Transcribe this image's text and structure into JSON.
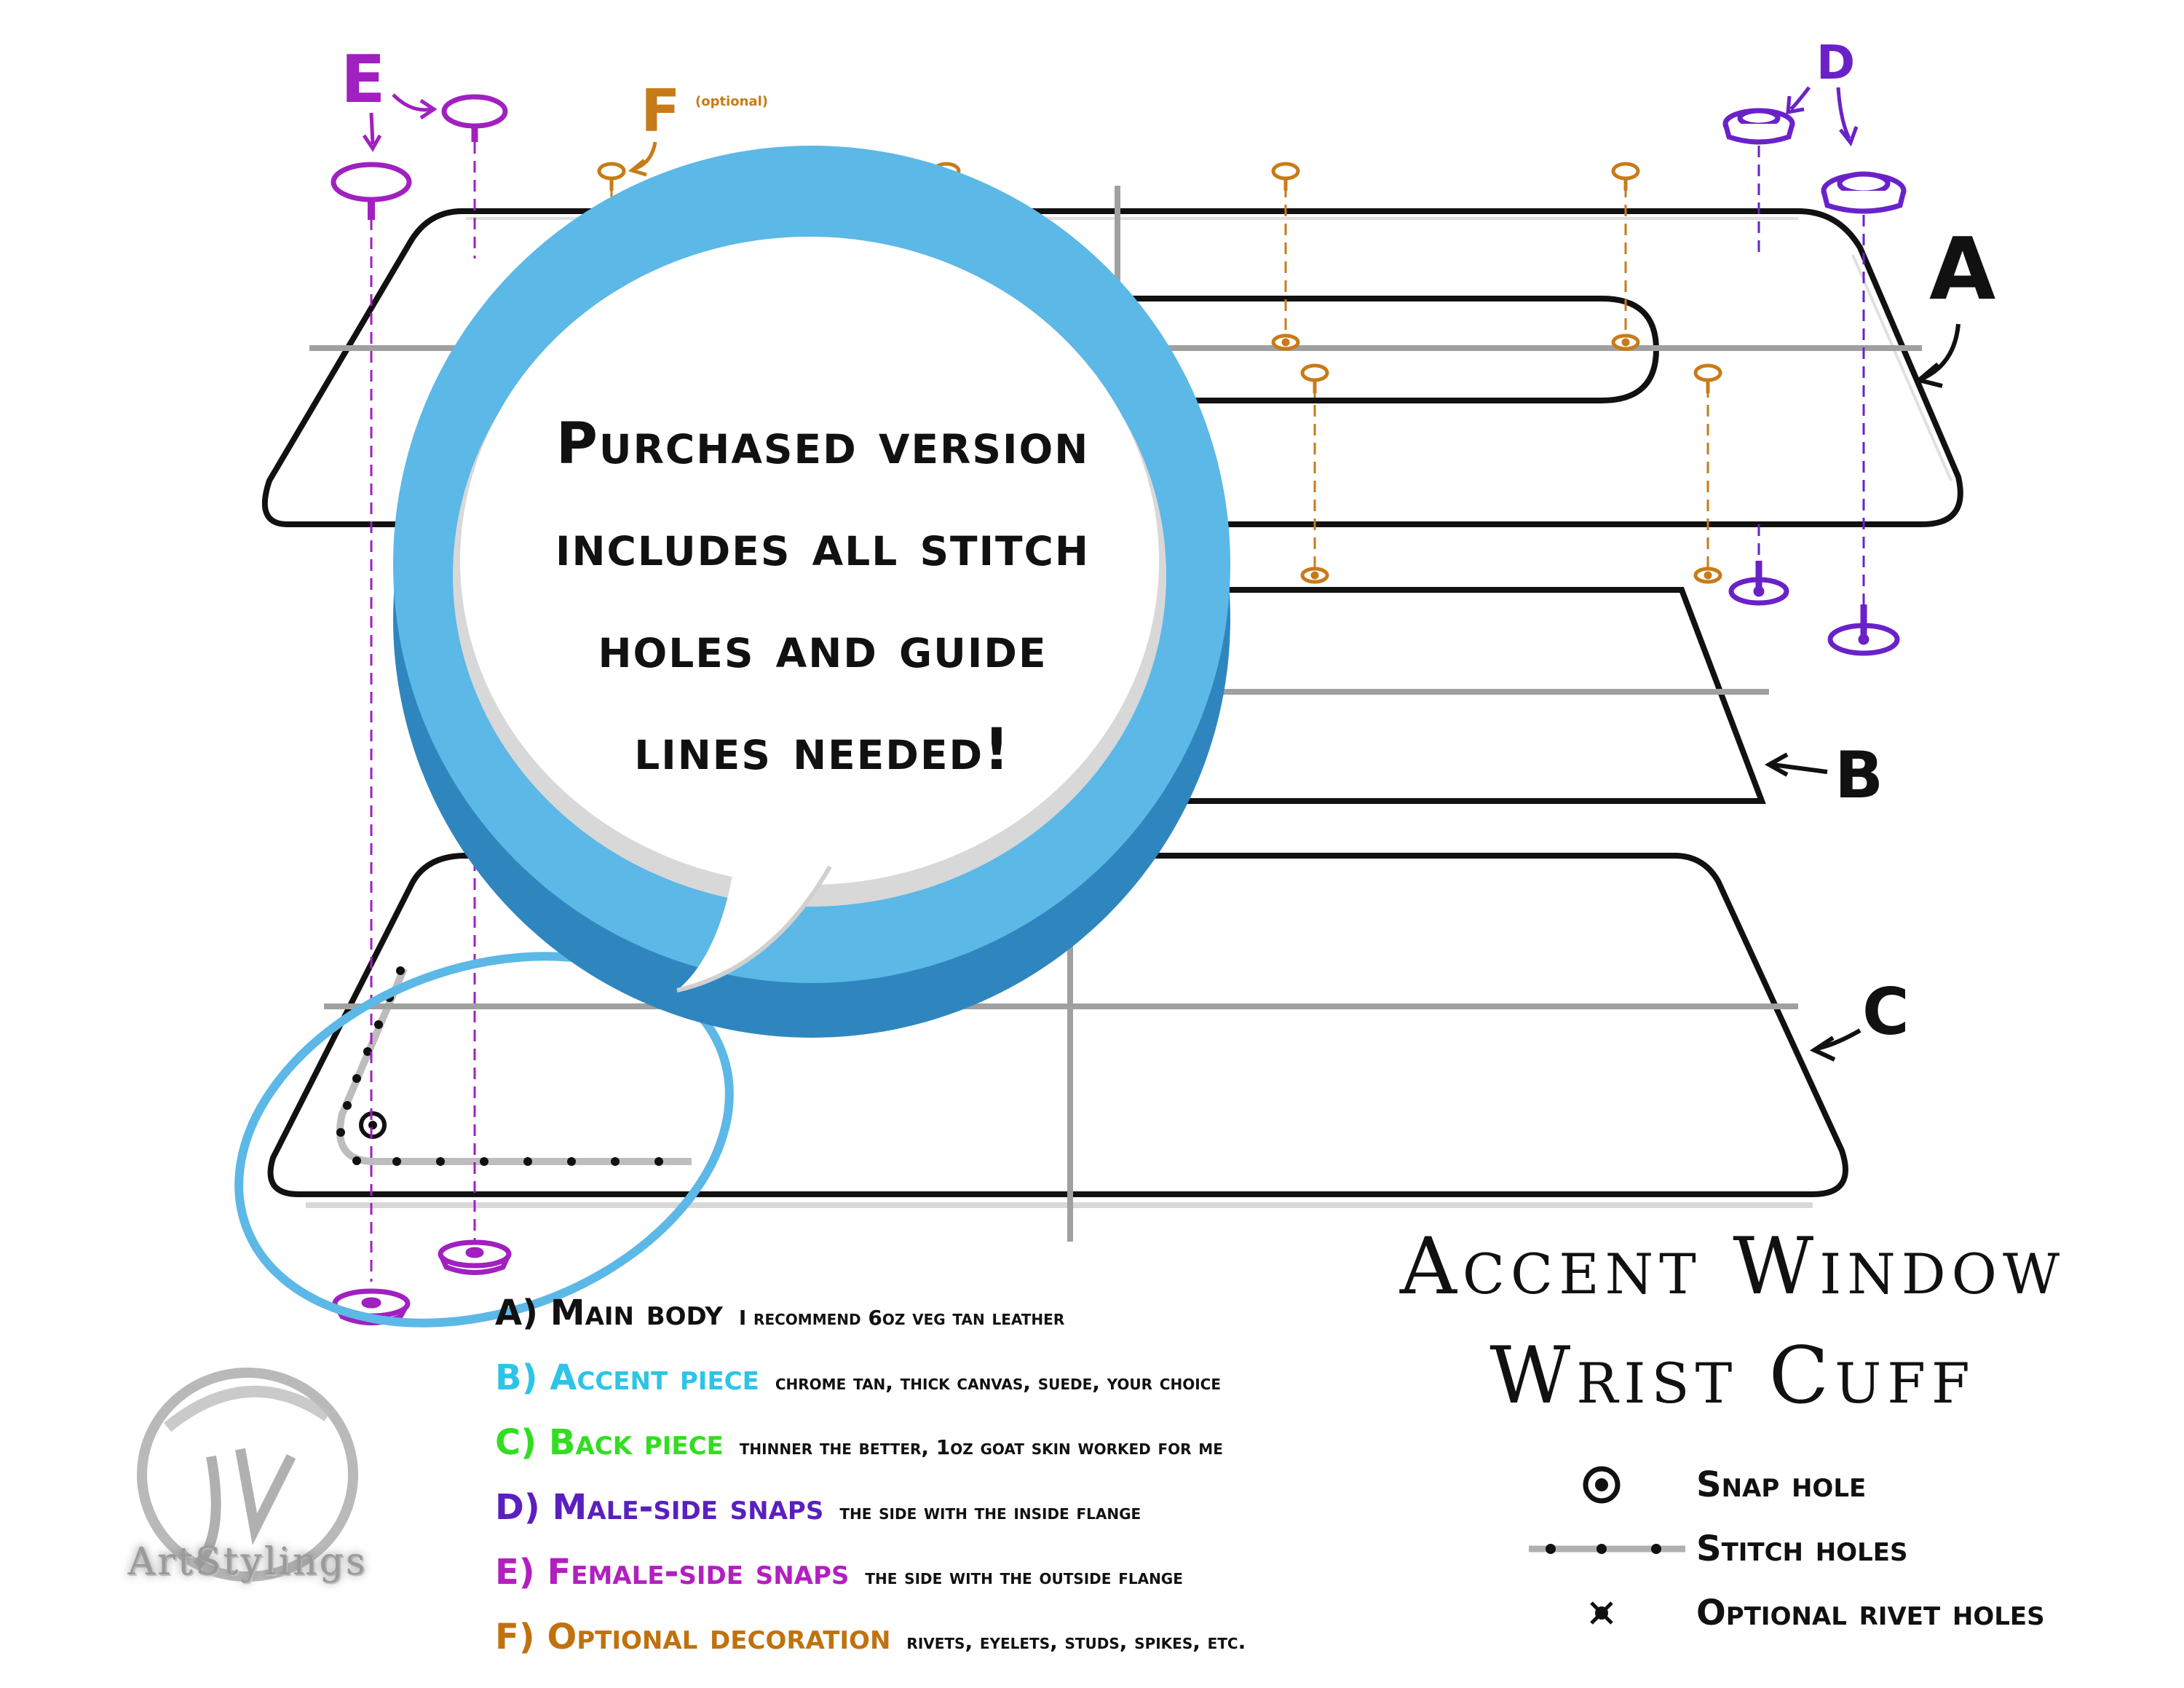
{
  "bubble": {
    "lines": [
      "Purchased version",
      "includes all stitch",
      "holes and guide",
      "lines needed!"
    ]
  },
  "piece_labels": {
    "a": "A",
    "b": "B",
    "c": "C"
  },
  "hardware_labels": {
    "d": "D",
    "e": "E",
    "f": "F",
    "f_note": "(optional)"
  },
  "title": {
    "line1": "Accent Window",
    "line2": "Wrist Cuff"
  },
  "legend": [
    {
      "label": "A) Main body",
      "desc": "I recommend 6oz veg tan leather",
      "color": "#111111"
    },
    {
      "label": "B) Accent piece",
      "desc": "chrome tan, thick canvas, suede, your choice",
      "color": "#2ec4e6"
    },
    {
      "label": "C) Back piece",
      "desc": "thinner the better, 1oz goat skin worked for me",
      "color": "#33dd22"
    },
    {
      "label": "D) Male-side snaps",
      "desc": "the side with the inside flange",
      "color": "#5b1fc0"
    },
    {
      "label": "E) Female-side snaps",
      "desc": "the side with the outside flange",
      "color": "#b21fc0"
    },
    {
      "label": "F) Optional decoration",
      "desc": "rivets, eyelets, studs, spikes, etc.",
      "color": "#c0720f"
    }
  ],
  "key": {
    "snap_hole": "Snap hole",
    "stitch_holes": "Stitch holes",
    "rivet_holes": "Optional rivet holes"
  },
  "logo": {
    "text": "ArtStylings"
  },
  "colors": {
    "purple_female": "#a020c0",
    "purple_male": "#6a22c8",
    "orange_rivet": "#c77b18",
    "bubble_light": "#5cb8e6",
    "bubble_dark": "#2f86bf",
    "guide_gray": "#a0a0a0"
  }
}
